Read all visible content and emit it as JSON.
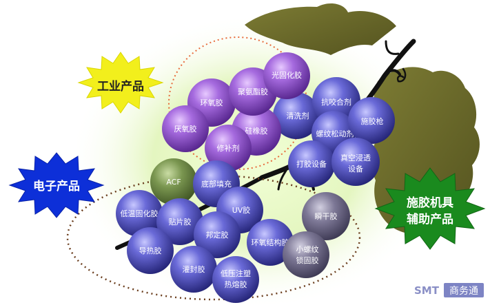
{
  "categories": {
    "industrial": "工业产品",
    "electronic": "电子产品",
    "dispensing_line1": "施胶机具",
    "dispensing_line2": "辅助产品"
  },
  "berries": {
    "b01": "光固化胶",
    "b02": "聚氨酯胶",
    "b03": "环氧胶",
    "b04": "清洗剂",
    "b05": "硅橡胶",
    "b06": "厌氧胶",
    "b07": "修补剂",
    "b08": "抗咬合剂",
    "b09": "施胶枪",
    "b10": "螺纹松动剂",
    "b11": "打胶设备",
    "b12a": "真空浸透",
    "b12b": "设备",
    "b13": "ACF",
    "b14": "底部填充",
    "b15": "低温固化胶",
    "b16": "贴片胶",
    "b17": "UV胶",
    "b18": "瞬干胶",
    "b19": "导热胶",
    "b20": "邦定胶",
    "b21": "环氧结构胶",
    "b22a": "小螺纹",
    "b22b": "锁固胶",
    "b23": "灌封胶",
    "b24a": "低压注塑",
    "b24b": "热熔胶"
  },
  "watermark": {
    "smt": "SMT",
    "site": "商务通"
  },
  "colors": {
    "purple": "#8e4fcf",
    "blue": "#5a5ac8",
    "green_berry": "#6d8a45",
    "grey_berry": "#6e6a86",
    "star_yellow": "#f2ef1c",
    "star_blue": "#0d2fd8",
    "star_green": "#1a8a1e",
    "leaf": "#6b6a2a",
    "stem": "#111111"
  }
}
